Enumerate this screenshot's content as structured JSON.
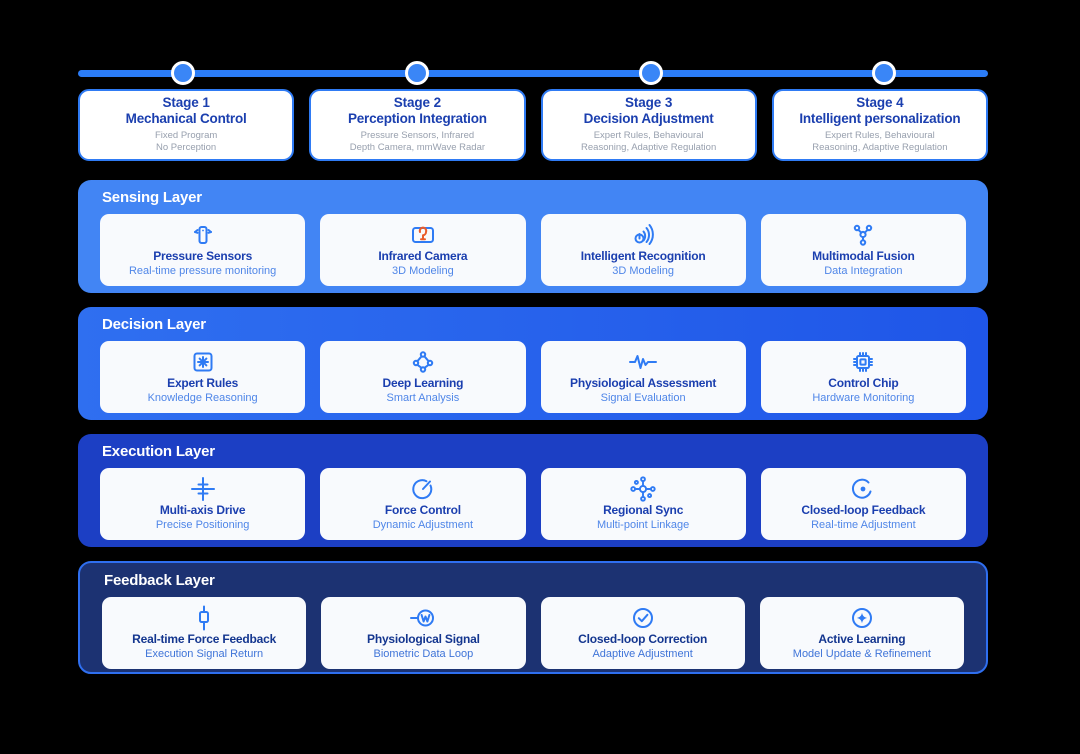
{
  "timeline": {
    "dot_positions_pct": [
      11.5,
      37.2,
      63.0,
      88.6
    ],
    "bar_color": "#2b7cf6",
    "dot_color": "#3a86f7"
  },
  "stages": [
    {
      "number": "Stage 1",
      "title": "Mechanical Control",
      "desc_line1": "Fixed Program",
      "desc_line2": "No Perception"
    },
    {
      "number": "Stage 2",
      "title": "Perception Integration",
      "desc_line1": "Pressure Sensors, Infrared",
      "desc_line2": "Depth Camera, mmWave Radar"
    },
    {
      "number": "Stage 3",
      "title": "Decision Adjustment",
      "desc_line1": "Expert Rules, Behavioural",
      "desc_line2": "Reasoning, Adaptive Regulation"
    },
    {
      "number": "Stage 4",
      "title": "Intelligent personalization",
      "desc_line1": "Expert Rules, Behavioural",
      "desc_line2": "Reasoning, Adaptive Regulation"
    }
  ],
  "layers": [
    {
      "title": "Sensing Layer",
      "color": "#4285f4",
      "items": [
        {
          "icon": "pressure-sensor-icon",
          "title": "Pressure Sensors",
          "sub": "Real-time pressure monitoring"
        },
        {
          "icon": "infrared-camera-icon",
          "title": "Infrared Camera",
          "sub": "3D Modeling"
        },
        {
          "icon": "signal-recognition-icon",
          "title": "Intelligent  Recognition",
          "sub": "3D Modeling"
        },
        {
          "icon": "multimodal-fusion-icon",
          "title": "Multimodal Fusion",
          "sub": "Data Integration"
        }
      ]
    },
    {
      "title": "Decision Layer",
      "color": "#2558ea",
      "items": [
        {
          "icon": "expert-rules-icon",
          "title": "Expert Rules",
          "sub": "Knowledge Reasoning"
        },
        {
          "icon": "deep-learning-icon",
          "title": "Deep Learning",
          "sub": "Smart Analysis"
        },
        {
          "icon": "waveform-icon",
          "title": "Physiological Assessment",
          "sub": "Signal Evaluation"
        },
        {
          "icon": "control-chip-icon",
          "title": "Control Chip",
          "sub": "Hardware Monitoring"
        }
      ]
    },
    {
      "title": "Execution Layer",
      "color": "#1c3fc4",
      "items": [
        {
          "icon": "multi-axis-drive-icon",
          "title": "Multi-axis Drive",
          "sub": "Precise Positioning"
        },
        {
          "icon": "force-control-icon",
          "title": "Force Control",
          "sub": "Dynamic Adjustment"
        },
        {
          "icon": "regional-sync-icon",
          "title": "Regional Sync",
          "sub": "Multi-point Linkage"
        },
        {
          "icon": "closed-loop-feedback-icon",
          "title": "Closed-loop Feedback",
          "sub": "Real-time Adjustment"
        }
      ]
    },
    {
      "title": "Feedback Layer",
      "color": "#1c3272",
      "items": [
        {
          "icon": "force-feedback-icon",
          "title": "Real-time Force Feedback",
          "sub": "Execution Signal Return"
        },
        {
          "icon": "physiological-signal-icon",
          "title": "Physiological Signal",
          "sub": "Biometric Data Loop"
        },
        {
          "icon": "check-circle-icon",
          "title": "Closed-loop Correction",
          "sub": "Adaptive Adjustment"
        },
        {
          "icon": "active-learning-icon",
          "title": "Active Learning",
          "sub": "Model Update & Refinement"
        }
      ]
    }
  ]
}
